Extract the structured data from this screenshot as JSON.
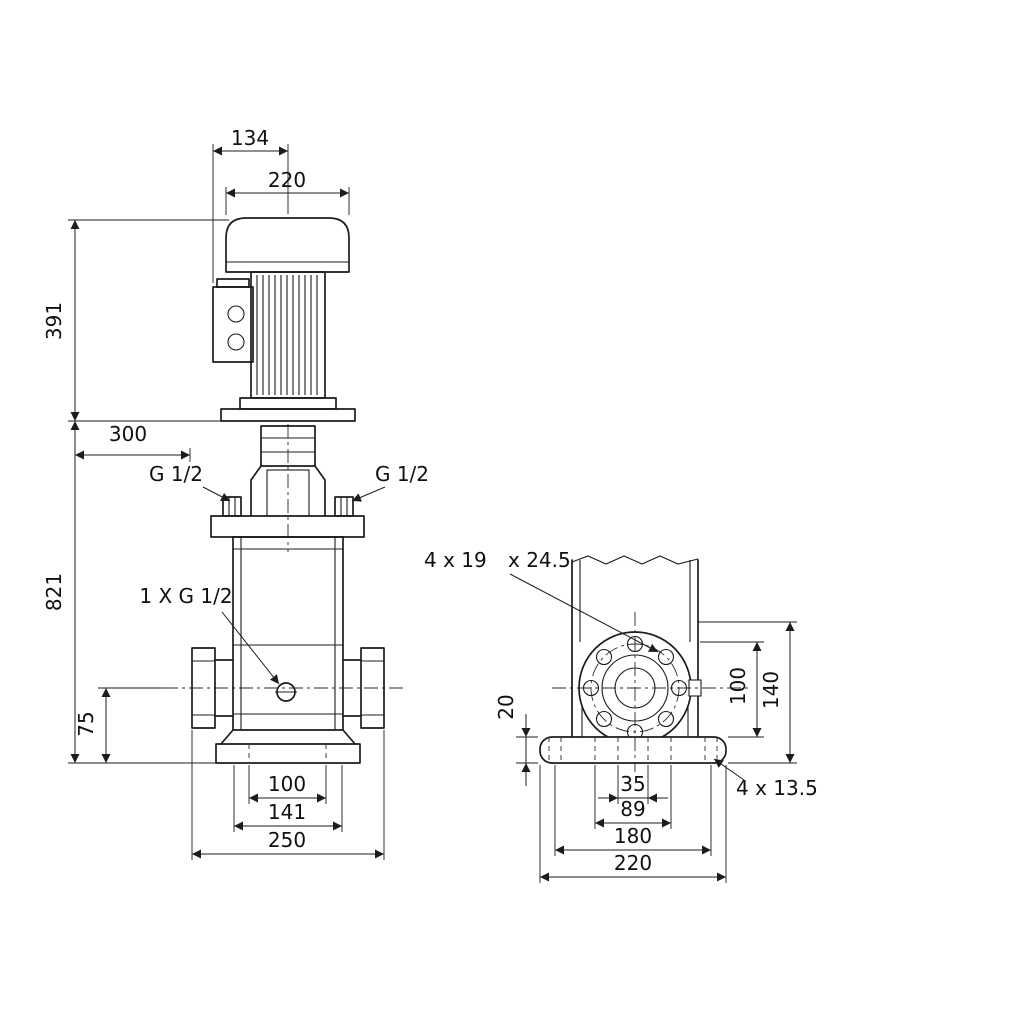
{
  "views": {
    "front": {
      "dims": {
        "d134": "134",
        "d220": "220",
        "d391": "391",
        "d300": "300",
        "d821": "821",
        "d75": "75",
        "d100": "100",
        "d141": "141",
        "d250": "250"
      },
      "labels": {
        "vent_left": "G 1/2",
        "vent_right": "G 1/2",
        "drain": "1 X G 1/2"
      }
    },
    "side": {
      "dims": {
        "d20": "20",
        "d100": "100",
        "d140": "140",
        "d35": "35",
        "d89": "89",
        "d180": "180",
        "d220": "220"
      },
      "labels": {
        "flange_holes": "4 x 19",
        "flange_spotface": "x 24.5",
        "base_holes": "4 x 13.5"
      }
    }
  }
}
